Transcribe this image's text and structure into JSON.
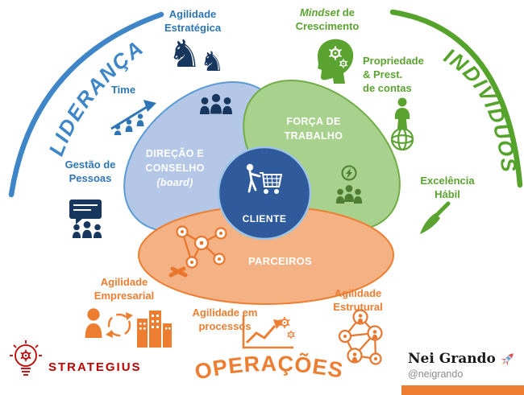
{
  "regions": {
    "lideranca": "LIDERANÇA",
    "individuos": "INDIVÍDUOS",
    "operacoes": "OPERAÇÕES"
  },
  "petals": {
    "board": {
      "line1": "DIREÇÃO E",
      "line2": "CONSELHO",
      "line3": "(board)"
    },
    "workforce": {
      "line1": "FORÇA DE",
      "line2": "TRABALHO"
    },
    "partners": {
      "label": "PARCEIROS"
    },
    "center": {
      "label": "CLIENTE"
    }
  },
  "labels": {
    "estrategica": {
      "line1": "Agilidade",
      "line2": "Estratégica"
    },
    "time": {
      "line1": "Time"
    },
    "gestao": {
      "line1": "Gestão de",
      "line2": "Pessoas"
    },
    "mindset": {
      "word_italic": "Mindset",
      "word_rest": " de",
      "line2": "Crescimento"
    },
    "propriedade": {
      "line1": "Propriedade",
      "line2": "& Prest.",
      "line3": "de contas"
    },
    "excelencia": {
      "line1": "Excelência",
      "line2": "Hábil"
    },
    "empresarial": {
      "line1": "Agilidade",
      "line2": "Empresarial"
    },
    "processos": {
      "line1": "Agilidade em",
      "line2": "processos"
    },
    "estrutural": {
      "line1": "Agilidade",
      "line2": "Estrutural"
    }
  },
  "footer": {
    "logo_text": "STRATEGIUS",
    "author_name": "Nei Grando",
    "author_handle": "@neigrando"
  },
  "icons": {
    "knight": "♞"
  },
  "colors": {
    "blue_text": "#2e75b6",
    "blue_arc": "#3e86c7",
    "navy_icon": "#17375e",
    "blue_petal_fill": "#b4c7e7",
    "blue_petal_stroke": "#5b9bd5",
    "green_text": "#5ba330",
    "green_arc": "#55a32a",
    "green_petal_fill": "#a9d18e",
    "green_petal_stroke": "#70ad47",
    "orange": "#ed7d31",
    "orange_dark": "#e8762d",
    "orange_petal_fill": "#f4b183",
    "center_circle": "#2f5b9c",
    "logo_red": "#c00000",
    "handle_gray": "#8a8a8a"
  }
}
